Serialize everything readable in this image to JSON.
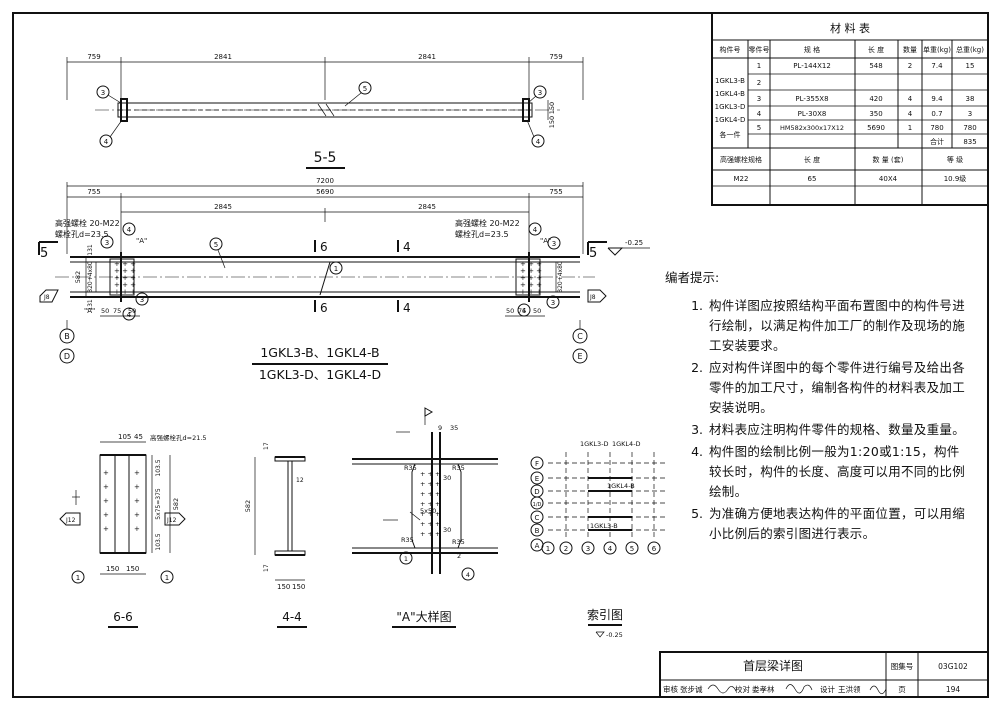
{
  "material_table": {
    "title": "材 料 表",
    "headers": [
      "构件号",
      "零件号",
      "规 格",
      "长 度",
      "数量",
      "单重(kg)",
      "总重(kg)"
    ],
    "member_ids": [
      "1GKL3-B",
      "1GKL4-B",
      "1GKL3-D",
      "1GKL4-D",
      "各一件"
    ],
    "rows": [
      {
        "no": "1",
        "spec": "PL-144X12",
        "length": "548",
        "qty": "2",
        "unit": "7.4",
        "total": "15"
      },
      {
        "no": "2",
        "spec": "",
        "length": "",
        "qty": "",
        "unit": "",
        "total": ""
      },
      {
        "no": "3",
        "spec": "PL-355X8",
        "length": "420",
        "qty": "4",
        "unit": "9.4",
        "total": "38"
      },
      {
        "no": "4",
        "spec": "PL-30X8",
        "length": "350",
        "qty": "4",
        "unit": "0.7",
        "total": "3"
      },
      {
        "no": "5",
        "spec": "HM582x300x17X12",
        "length": "5690",
        "qty": "1",
        "unit": "780",
        "total": "780"
      }
    ],
    "sum_label": "合计",
    "sum_value": "835",
    "bolt_headers": [
      "高强螺栓规格",
      "长 度",
      "数 量 (套)",
      "等 级"
    ],
    "bolt_row": [
      "M22",
      "65",
      "40X4",
      "10.9级"
    ]
  },
  "notes": {
    "heading": "编者提示:",
    "items": [
      {
        "n": "1.",
        "text": "构件详图应按照结构平面布置图中的构件号进行绘制，以满足构件加工厂的制作及现场的施工安装要求。"
      },
      {
        "n": "2.",
        "text": "应对构件详图中的每个零件进行编号及给出各零件的加工尺寸，编制各构件的材料表及加工安装说明。"
      },
      {
        "n": "3.",
        "text": "材料表应注明构件零件的规格、数量及重量。"
      },
      {
        "n": "4.",
        "text": "构件图的绘制比例一般为1:20或1:15，构件较长时，构件的长度、高度可以用不同的比例绘制。"
      },
      {
        "n": "5.",
        "text": "为准确方便地表达构件的平面位置，可以用缩小比例后的索引图进行表示。"
      }
    ]
  },
  "section55": {
    "dims": [
      "759",
      "2841",
      "2841",
      "759"
    ],
    "right_dims": [
      "150",
      "150"
    ],
    "title": "5-5"
  },
  "elevation": {
    "overall": "7200",
    "mid": "5690",
    "ends": [
      "755",
      "755"
    ],
    "halves": [
      "2845",
      "2845"
    ],
    "bolt_note_left": [
      "高强螺栓 20-M22",
      "螺栓孔d=23.5"
    ],
    "bolt_note_right": [
      "高强螺栓 20-M22",
      "螺栓孔d=23.5"
    ],
    "level": "-0.25",
    "cut_marks": [
      "6",
      "4",
      "6",
      "4",
      "5",
      "5"
    ],
    "vert_dims": [
      "131",
      "320+4x80",
      "582",
      "131"
    ],
    "bottom_dims": [
      "50",
      "75",
      "50",
      "50",
      "75",
      "50"
    ],
    "axis_left": [
      "B",
      "D"
    ],
    "axis_right": [
      "C",
      "E"
    ],
    "j_marks": [
      "J8",
      "J8"
    ],
    "star_label": "\"A\"",
    "title_line1": "1GKL3-B、1GKL4-B",
    "title_line2": "1GKL3-D、1GKL4-D"
  },
  "sec66": {
    "top_dims": [
      "105",
      "45"
    ],
    "bolt_hole": "高强螺栓孔d=21.5",
    "vert": [
      "103.5",
      "5x75=375",
      "103.5",
      "582"
    ],
    "bottom": [
      "150",
      "150"
    ],
    "marks": [
      "J12",
      "J12"
    ],
    "title": "6-6"
  },
  "sec44": {
    "dims": [
      "17",
      "12",
      "582",
      "17"
    ],
    "bottom": [
      "150",
      "150"
    ],
    "title": "4-4"
  },
  "detailA": {
    "labels": [
      "R35",
      "R35",
      "R35",
      "9",
      "35",
      "30",
      "30",
      "5x50",
      "R35",
      "2"
    ],
    "title": "\"A\"大样图"
  },
  "index": {
    "rows": [
      "F",
      "E",
      "D",
      "1/D",
      "C",
      "B",
      "A"
    ],
    "cols": [
      "1",
      "2",
      "3",
      "4",
      "5",
      "6"
    ],
    "labels": [
      "1GKL3-D",
      "1GKL4-D",
      "1GKL4-B",
      "1GKL3-B"
    ],
    "title": "索引图",
    "level": "-0.25"
  },
  "title_block": {
    "title": "首层梁详图",
    "atlas_label": "图集号",
    "atlas_no": "03G102",
    "review": "审核",
    "reviewer": "张步诚",
    "check": "校对",
    "checker": "娄孝林",
    "design": "设计",
    "designer": "王洪领",
    "page_label": "页",
    "page_no": "194"
  }
}
